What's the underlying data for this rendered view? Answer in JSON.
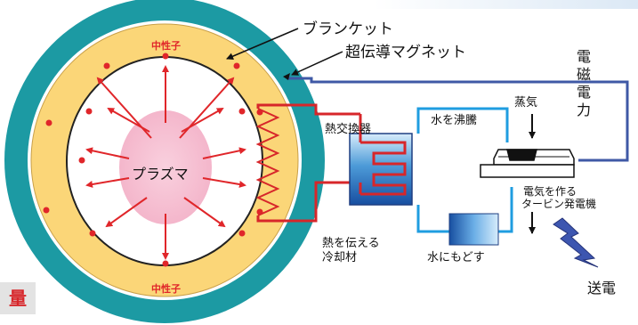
{
  "labels": {
    "blanket": "ブランケット",
    "magnet": "超伝導マグネット",
    "neutron_top": "中性子",
    "neutron_bottom": "中性子",
    "plasma": "プラズマ",
    "heat_exchanger": "熱交換器",
    "boil_water": "水を沸騰",
    "steam": "蒸気",
    "generator_line1": "電気を作る",
    "generator_line2": "タービン発電機",
    "coolant_line1": "熱を伝える",
    "coolant_line2": "冷却材",
    "return_water": "水にもどす",
    "electric_power": "電磁電力",
    "transmission": "送電",
    "badge": "量"
  },
  "colors": {
    "outer_ring": "#1c9aa3",
    "blanket": "#fbd678",
    "plasma": "#f7c8d8",
    "arrows": "#e0262a",
    "magnet_line": "#3f59a6",
    "hot_loop": "#d7262a",
    "water_loop": "#1f9de0",
    "tank_dark": "#174fa1",
    "tank_light": "#d7ecfb"
  }
}
